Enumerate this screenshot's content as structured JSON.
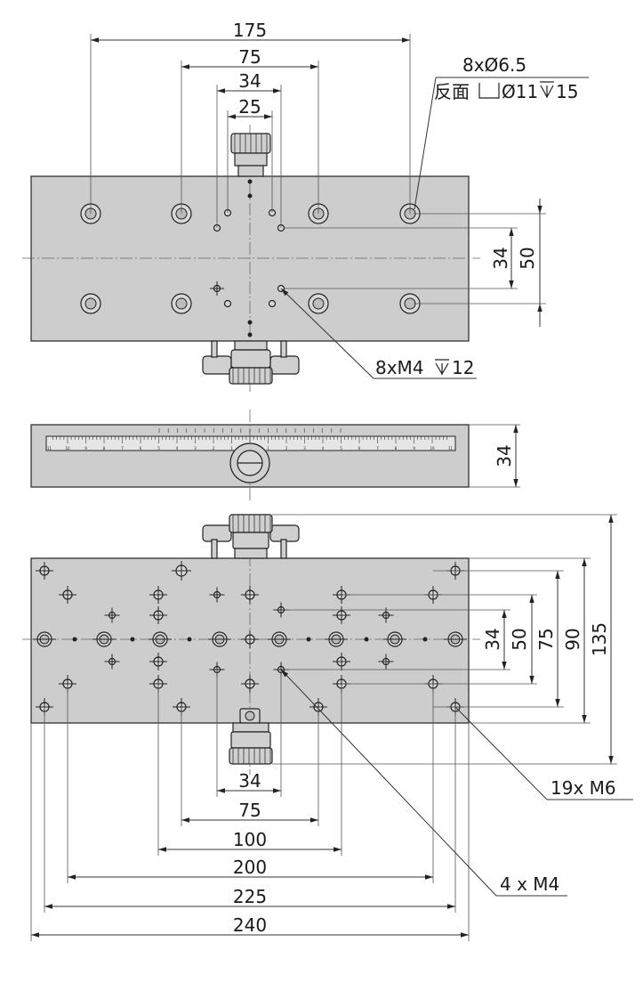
{
  "top_view": {
    "dims_horizontal": [
      "175",
      "75",
      "34",
      "25"
    ],
    "dims_vertical": [
      "34",
      "50"
    ],
    "note_holes_line1": "8xØ6.5",
    "note_holes_line2": "反面",
    "note_holes_line3": "Ø11",
    "note_holes_line4": "15",
    "note_tapped": "8xM4",
    "note_tapped_depth": "12"
  },
  "side_view": {
    "dim_height": "34",
    "scale_labels_left": [
      "11",
      "10",
      "9",
      "8",
      "7",
      "6",
      "5",
      "4",
      "3",
      "2",
      "1"
    ],
    "scale_labels_right": [
      "1",
      "2",
      "3",
      "4",
      "5",
      "6",
      "7",
      "8",
      "9",
      "10",
      "11"
    ]
  },
  "bottom_view": {
    "dims_vertical": [
      "34",
      "50",
      "75",
      "90",
      "135"
    ],
    "dims_horizontal": [
      "34",
      "75",
      "100",
      "200",
      "225",
      "240"
    ],
    "note_m6": "19x M6",
    "note_m4": "4 x M4"
  }
}
